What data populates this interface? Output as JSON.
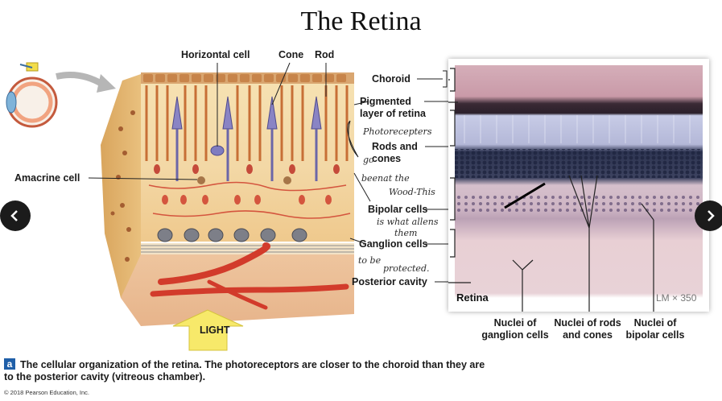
{
  "title": "The Retina",
  "diagram_labels": {
    "horizontal_cell": "Horizontal cell",
    "cone": "Cone",
    "rod": "Rod",
    "amacrine_cell": "Amacrine cell",
    "light": "LIGHT"
  },
  "right_labels": {
    "choroid": "Choroid",
    "pigmented": "Pigmented\nlayer of retina",
    "rods_cones": "Rods and\ncones",
    "bipolar": "Bipolar cells",
    "ganglion": "Ganglion cells",
    "posterior": "Posterior cavity"
  },
  "micrograph": {
    "label": "Retina",
    "magnification": "LM × 350",
    "bottom_labels": {
      "ganglion_nuclei": "Nuclei of\nganglion cells",
      "rods_cones_nuclei": "Nuclei of rods\nand cones",
      "bipolar_nuclei": "Nuclei of\nbipolar cells"
    }
  },
  "handwriting": {
    "note1": "Photorecepters",
    "note2": "go",
    "note3": "beenat the",
    "note4": "Wood-This",
    "note5": "is what allens",
    "note6": "them",
    "note7": "to be",
    "note8": "protected."
  },
  "caption": {
    "badge": "a",
    "text": "The cellular organization of the retina. The photoreceptors are closer to the choroid than they are to the posterior cavity (vitreous chamber)."
  },
  "copyright": "© 2018 Pearson Education, Inc.",
  "colors": {
    "nav_bg": "#1b1b1b",
    "badge_blue": "#1f5fa8",
    "light_arrow": "#f7e96a",
    "vessel_red": "#d23b2b"
  },
  "icons": {
    "prev": "chevron-left-icon",
    "next": "chevron-right-icon"
  }
}
